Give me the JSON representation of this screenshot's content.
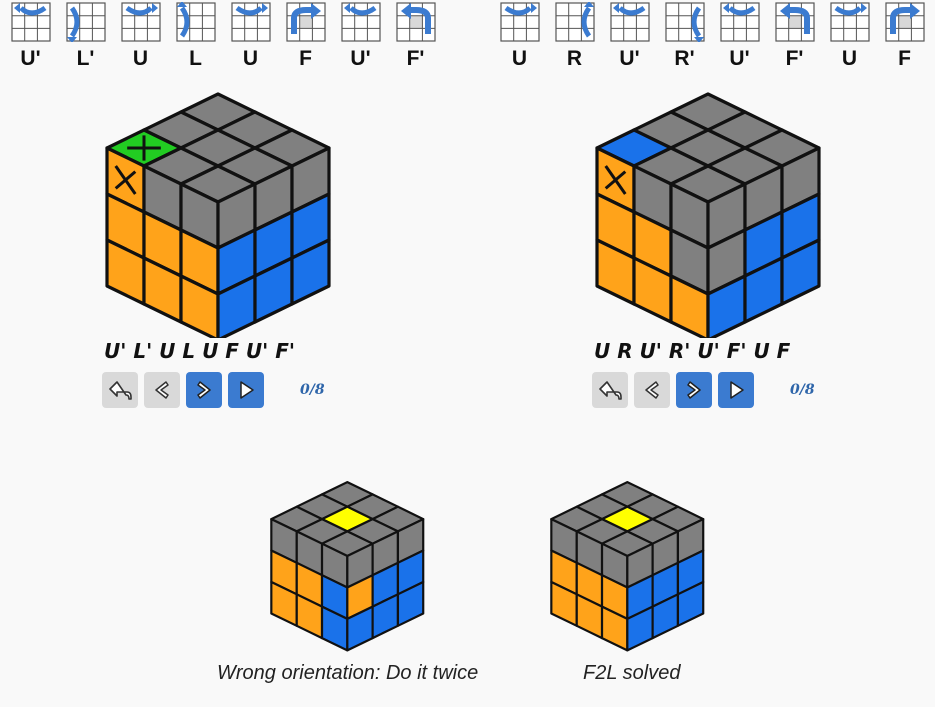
{
  "left_panel": {
    "moves": [
      "U'",
      "L'",
      "U",
      "L",
      "U",
      "F",
      "U'",
      "F'"
    ],
    "algorithm": "U' L' U L U F U' F'",
    "counter": "0/8"
  },
  "right_panel": {
    "moves": [
      "U",
      "R",
      "U'",
      "R'",
      "U'",
      "F'",
      "U",
      "F"
    ],
    "algorithm": "U R U' R' U' F' U F",
    "counter": "0/8"
  },
  "captions": {
    "wrong": "Wrong orientation: Do it twice",
    "solved": "F2L solved"
  },
  "colors": {
    "grey": "#808080",
    "orange": "#ffa31a",
    "blue": "#1a72ea",
    "green": "#22cc22",
    "yellow": "#ffff00",
    "accent": "#3b7bd0"
  },
  "icons": {
    "move_icons": "move-arrow-icon",
    "buttons": [
      "undo-icon",
      "step-back-icon",
      "step-forward-icon",
      "play-icon"
    ]
  }
}
